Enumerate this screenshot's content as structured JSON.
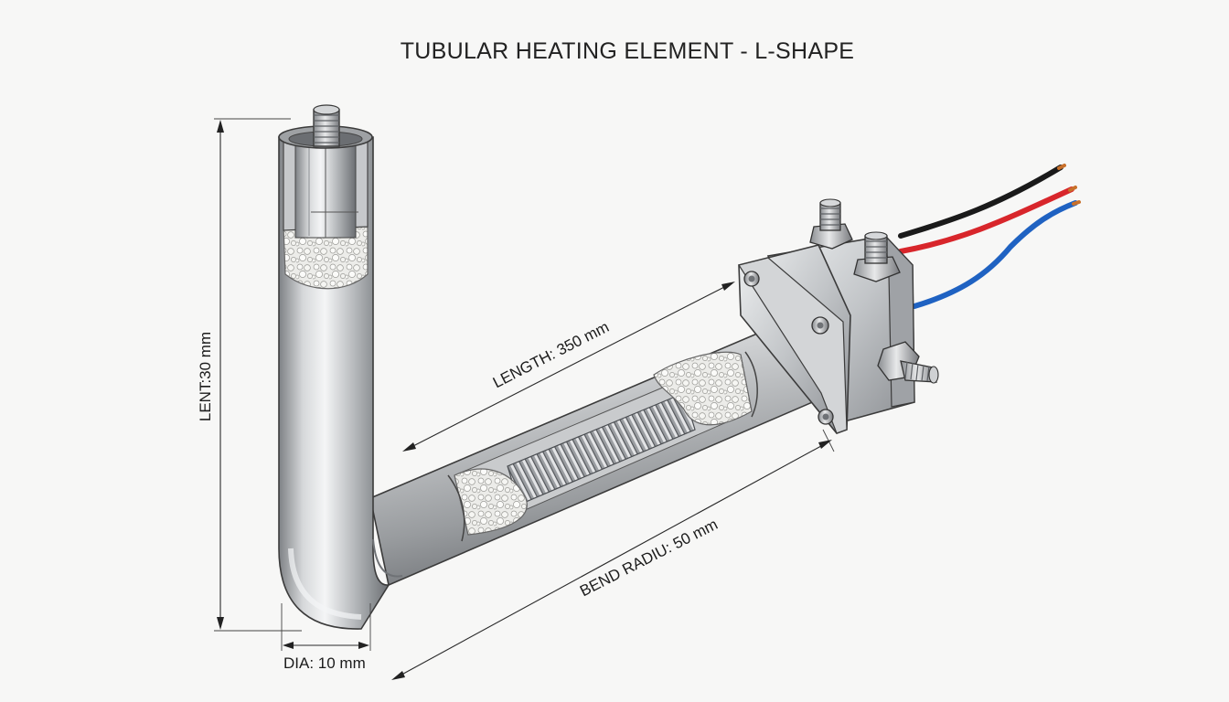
{
  "title": "TUBULAR HEATING ELEMENT - L-SHAPE",
  "dimensions": {
    "vertical_length": "LENT:30 mm",
    "length": "LENGTH: 350 mm",
    "bend_radius": "BEND RADIU: 50 mm",
    "diameter": "DIA: 10 mm"
  },
  "icons": {
    "terminal_top": "threaded-terminal-icon",
    "junction_box": "terminal-box-icon",
    "wires": "lead-wires-icon"
  },
  "colors": {
    "wire_black": "#1a1a1a",
    "wire_red": "#d8262b",
    "wire_blue": "#1f62c2",
    "metal": "#b9bcbf",
    "insulation": "#e9e9e7"
  }
}
